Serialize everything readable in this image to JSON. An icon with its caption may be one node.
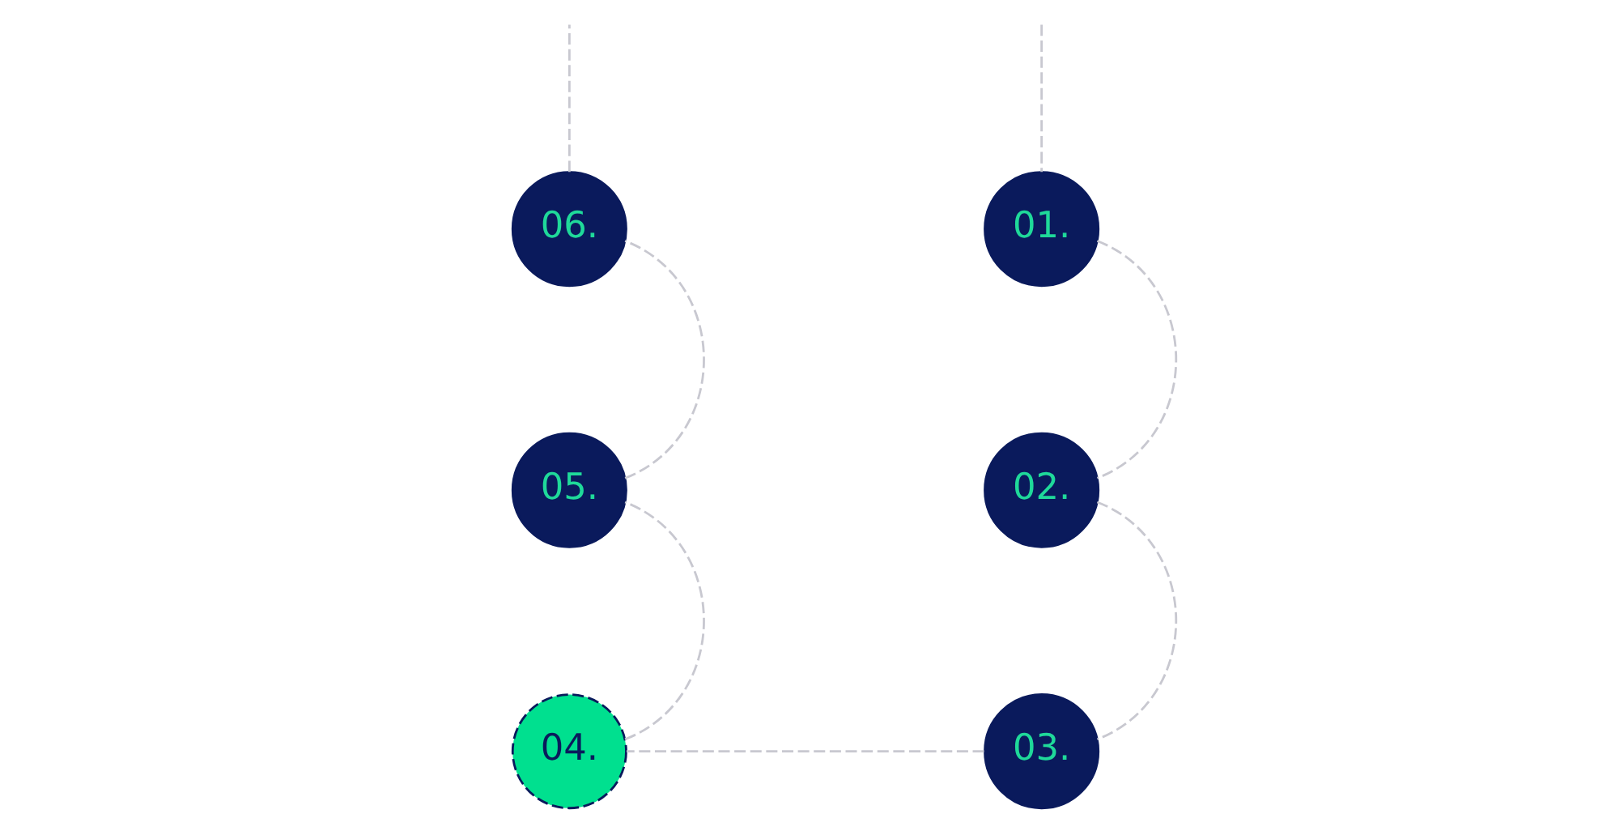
{
  "diagram": {
    "nodes": [
      {
        "text": [
          "01."
        ]
      },
      {
        "text": [
          "02."
        ]
      },
      {
        "text": [
          "03."
        ]
      },
      {
        "text": [
          "04."
        ]
      },
      {
        "text": [
          "05."
        ]
      },
      {
        "text": [
          "06."
        ]
      }
    ],
    "edges": [
      {
        "from": null,
        "to": 0,
        "arrow": "none",
        "style": "dashed"
      },
      {
        "from": 0,
        "to": 1,
        "arrow": "none",
        "style": "dashed"
      },
      {
        "from": 1,
        "to": 2,
        "arrow": "none",
        "style": "dashed"
      },
      {
        "from": 2,
        "to": 3,
        "arrow": "none",
        "style": "dashed"
      },
      {
        "from": 3,
        "to": 4,
        "arrow": "none",
        "style": "dashed"
      },
      {
        "from": 4,
        "to": 5,
        "arrow": "none",
        "style": "dashed"
      },
      {
        "from": 5,
        "to": null,
        "arrow": "none",
        "style": "dashed"
      }
    ]
  }
}
